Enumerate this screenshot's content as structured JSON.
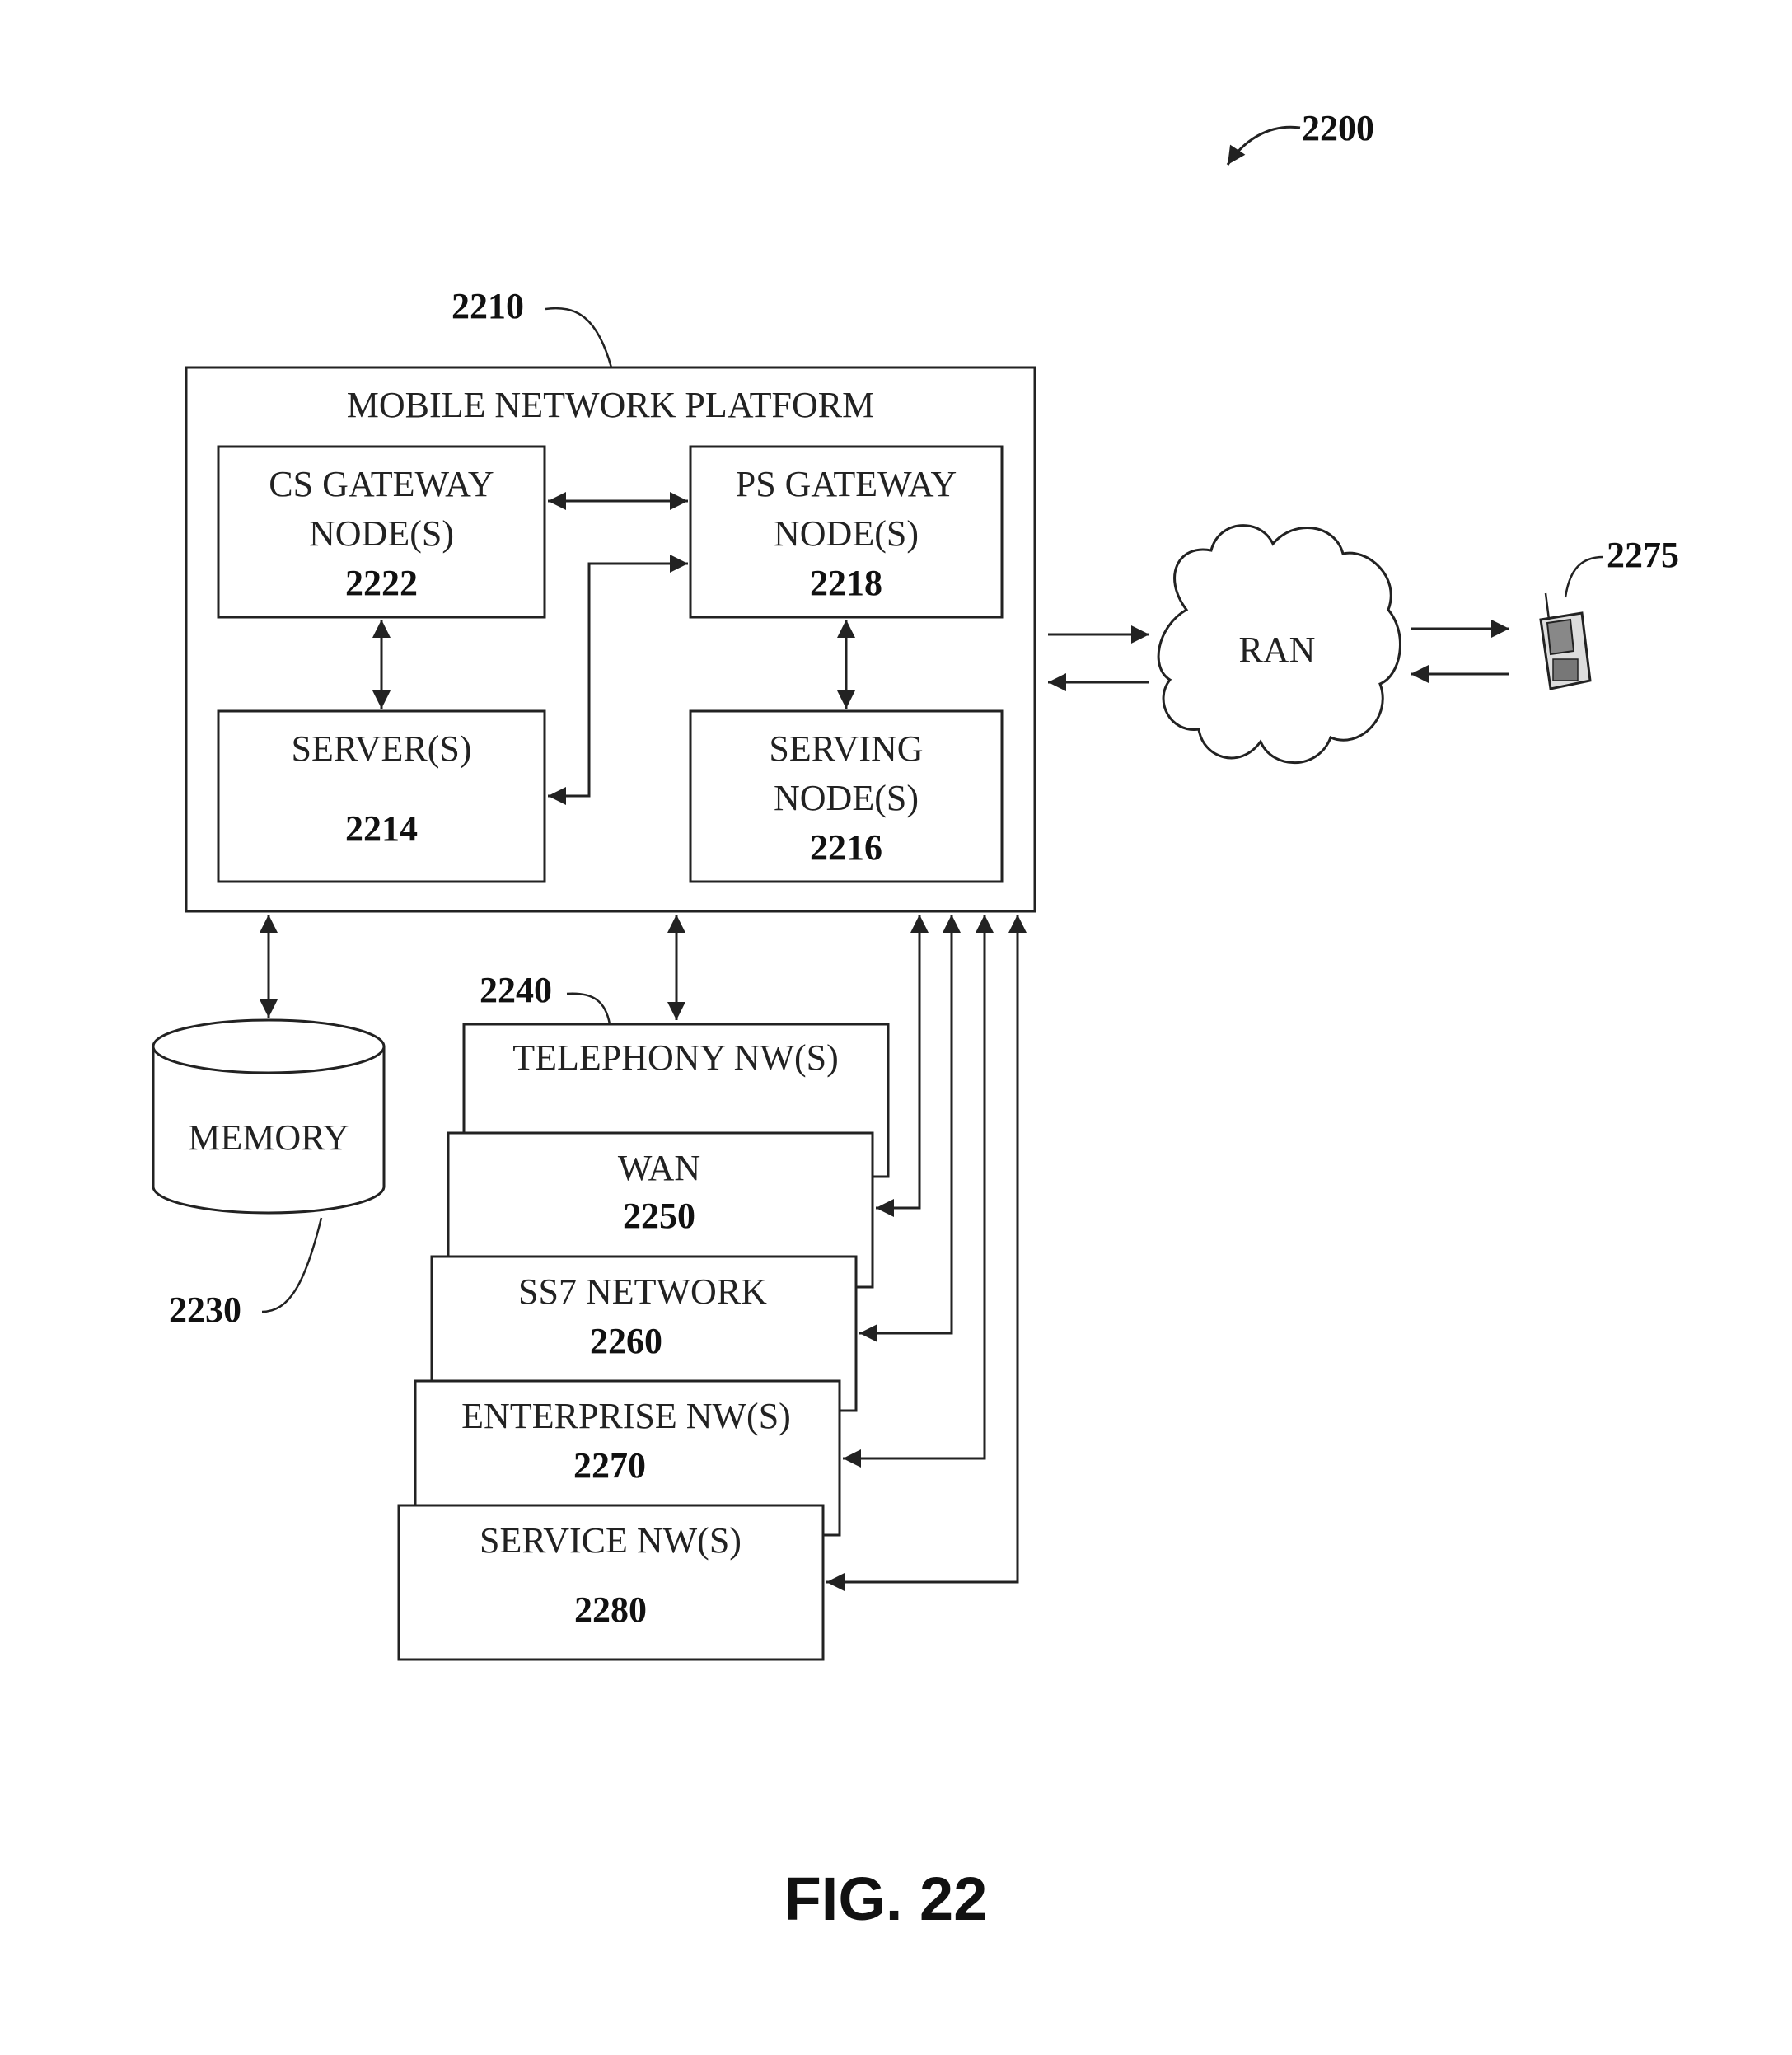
{
  "figure": {
    "ref": "2200",
    "caption": "FIG. 22"
  },
  "platform": {
    "ref": "2210",
    "title": "MOBILE NETWORK PLATFORM",
    "cs_gateway": {
      "line1": "CS GATEWAY",
      "line2": "NODE(S)",
      "num": "2222"
    },
    "ps_gateway": {
      "line1": "PS GATEWAY",
      "line2": "NODE(S)",
      "num": "2218"
    },
    "server": {
      "line1": "SERVER(S)",
      "num": "2214"
    },
    "serving_node": {
      "line1": "SERVING",
      "line2": "NODE(S)",
      "num": "2216"
    }
  },
  "ran": {
    "label": "RAN"
  },
  "mobile": {
    "ref": "2275"
  },
  "memory": {
    "label": "MEMORY",
    "ref": "2230"
  },
  "networks": {
    "telephony": {
      "ref": "2240",
      "label": "TELEPHONY NW(S)"
    },
    "wan": {
      "label": "WAN",
      "num": "2250"
    },
    "ss7": {
      "label": "SS7 NETWORK",
      "num": "2260"
    },
    "enterprise": {
      "label": "ENTERPRISE NW(S)",
      "num": "2270"
    },
    "service": {
      "label": "SERVICE NW(S)",
      "num": "2280"
    }
  }
}
